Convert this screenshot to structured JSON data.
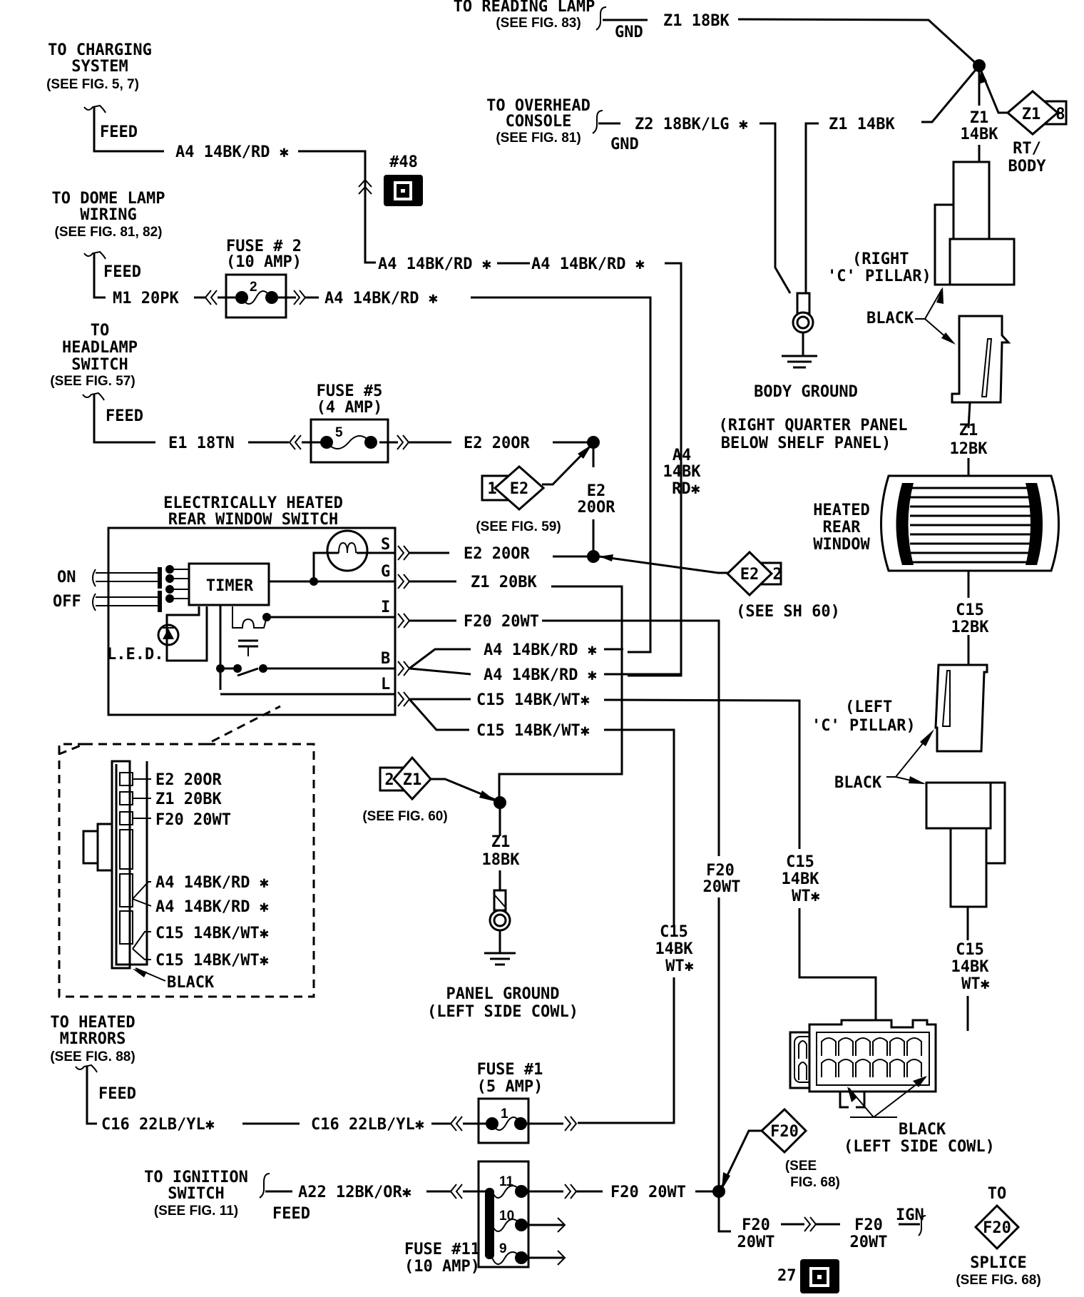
{
  "diagram": {
    "title": "Heated Rear Window Wiring",
    "sources": {
      "reading_lamp": {
        "line1": "TO READING LAMP",
        "ref": "(SEE FIG. 83)",
        "type": "GND",
        "wire": "Z1 18BK"
      },
      "charging": {
        "line1": "TO CHARGING",
        "line2": "SYSTEM",
        "ref": "(SEE FIG. 5, 7)",
        "type": "FEED",
        "wire": "A4 14BK/RD ✱"
      },
      "overhead": {
        "line1": "TO OVERHEAD",
        "line2": "CONSOLE",
        "ref": "(SEE FIG. 81)",
        "type": "GND",
        "wire": "Z2 18BK/LG ✱"
      },
      "dome_lamp": {
        "line1": "TO DOME LAMP",
        "line2": "WIRING",
        "ref": "(SEE FIG. 81, 82)",
        "type": "FEED",
        "wire": "M1 20PK"
      },
      "headlamp": {
        "line1": "TO",
        "line2": "HEADLAMP",
        "line3": "SWITCH",
        "ref": "(SEE FIG. 57)",
        "type": "FEED",
        "wire": "E1 18TN"
      },
      "heated_mirrors": {
        "line1": "TO HEATED",
        "line2": "MIRRORS",
        "ref": "(SEE FIG. 88)",
        "type": "FEED",
        "wire1": "C16 22LB/YL✱",
        "wire2": "C16 22LB/YL✱"
      },
      "ignition": {
        "line1": "TO IGNITION",
        "line2": "SWITCH",
        "ref": "(SEE FIG. 11)",
        "type": "FEED",
        "wire": "A22 12BK/OR✱"
      }
    },
    "connector_48": "#48",
    "connector_27": "27",
    "fuses": {
      "fuse2": {
        "title": "FUSE # 2",
        "rating": "(10 AMP)",
        "num": "2",
        "out": "A4 14BK/RD ✱"
      },
      "fuse5": {
        "title": "FUSE #5",
        "rating": "(4 AMP)",
        "num": "5",
        "out": "E2 20OR"
      },
      "fuse1": {
        "title": "FUSE #1",
        "rating": "(5 AMP)",
        "num": "1"
      },
      "fuse11": {
        "title": "FUSE #11",
        "rating": "(10 AMP)",
        "nums": [
          "11",
          "10",
          "9"
        ],
        "out": "F20 20WT"
      }
    },
    "a4_jumper": {
      "left": "A4 14BK/RD ✱",
      "right": "A4 14BK/RD ✱"
    },
    "switch": {
      "title1": "ELECTRICALLY HEATED",
      "title2": "REAR WINDOW SWITCH",
      "timer": "TIMER",
      "on": "ON",
      "off": "OFF",
      "led": "L.E.D.",
      "pins": [
        "S",
        "G",
        "I",
        "B",
        "L"
      ],
      "wires": [
        "E2 20OR",
        "Z1 20BK",
        "F20 20WT",
        "A4 14BK/RD ✱",
        "A4 14BK/RD ✱",
        "C15 14BK/WT✱",
        "C15 14BK/WT✱"
      ]
    },
    "pinout": {
      "wires": [
        "E2 20OR",
        "Z1 20BK",
        "F20 20WT",
        "A4 14BK/RD ✱",
        "A4 14BK/RD ✱",
        "C15 14BK/WT✱",
        "C15 14BK/WT✱"
      ],
      "color": "BLACK"
    },
    "splices": {
      "e2_1": {
        "num": "1",
        "id": "E2",
        "ref": "(SEE FIG. 59)"
      },
      "e2_2": {
        "num": "2",
        "id": "E2",
        "ref": "(SEE SH 60)"
      },
      "z1_2": {
        "num": "2",
        "id": "Z1",
        "ref": "(SEE FIG. 60)"
      },
      "z1_8": {
        "num": "8",
        "id": "Z1",
        "ref1": "RT/",
        "ref2": "BODY"
      },
      "f20": {
        "id": "F20",
        "ref1": "(SEE",
        "ref2": "FIG. 68)"
      },
      "f20_to": {
        "to": "TO",
        "id": "F20",
        "ref1": "SPLICE",
        "ref2": "(SEE FIG. 68)"
      }
    },
    "vertical_labels": {
      "e2_20or": [
        "E2",
        "20OR"
      ],
      "a4_rd": [
        "A4",
        "14BK",
        "RD✱"
      ],
      "z1_18bk": [
        "Z1",
        "18BK"
      ],
      "f20_20wt": [
        "F20",
        "20WT"
      ],
      "c15_left": [
        "C15",
        "14BK",
        "WT✱"
      ],
      "c15_mid": [
        "C15",
        "14BK",
        "WT✱"
      ],
      "c15_right": [
        "C15",
        "14BK",
        "WT✱"
      ],
      "z1_14bk": [
        "Z1",
        "14BK"
      ],
      "z1_12bk": [
        "Z1",
        "12BK"
      ],
      "c15_12bk": [
        "C15",
        "12BK"
      ],
      "f20_a": [
        "F20",
        "20WT"
      ],
      "f20_b": [
        "F20",
        "20WT"
      ]
    },
    "z1_14bk_h": "Z1 14BK",
    "grounds": {
      "body": {
        "name": "BODY GROUND",
        "loc1": "(RIGHT QUARTER PANEL",
        "loc2": "BELOW SHELF PANEL)"
      },
      "panel": {
        "name": "PANEL GROUND",
        "loc": "(LEFT SIDE COWL)"
      }
    },
    "window": {
      "l1": "HEATED",
      "l2": "REAR",
      "l3": "WINDOW"
    },
    "pillars": {
      "right": {
        "l1": "(RIGHT",
        "l2": "'C' PILLAR)",
        "color": "BLACK"
      },
      "left": {
        "l1": "(LEFT",
        "l2": "'C' PILLAR)",
        "color": "BLACK"
      }
    },
    "cowl": {
      "color": "BLACK",
      "loc": "(LEFT SIDE COWL)"
    },
    "ign": "IGN"
  }
}
